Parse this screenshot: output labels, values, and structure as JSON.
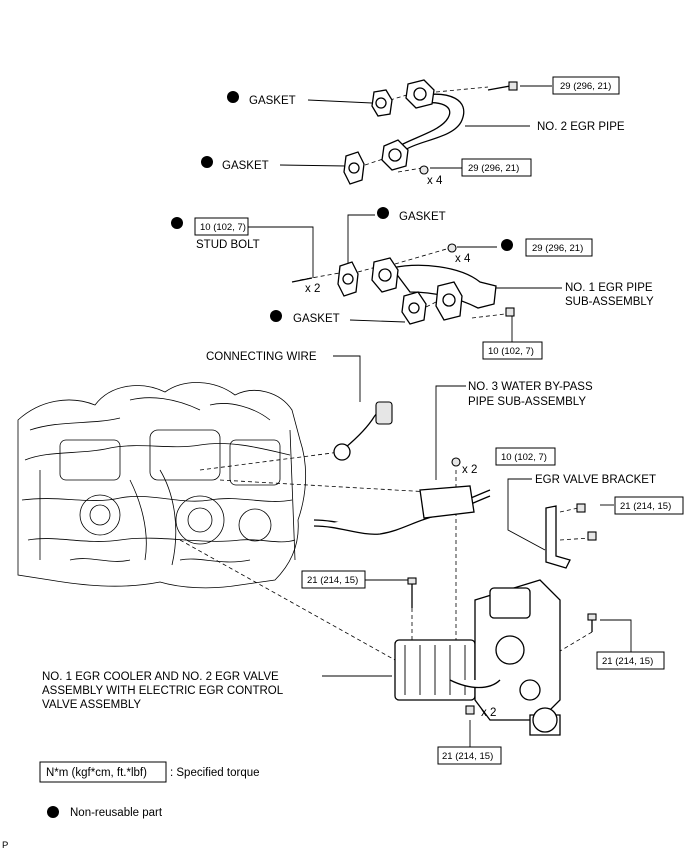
{
  "labels": {
    "gasket_1": "GASKET",
    "gasket_2": "GASKET",
    "gasket_3": "GASKET",
    "gasket_4": "GASKET",
    "no2_egr_pipe": "NO. 2 EGR PIPE",
    "stud_bolt": "STUD BOLT",
    "no1_egr_pipe_l1": "NO. 1 EGR PIPE",
    "no1_egr_pipe_l2": "SUB-ASSEMBLY",
    "connecting_wire": "CONNECTING WIRE",
    "no3_water_l1": "NO. 3 WATER BY-PASS",
    "no3_water_l2": "PIPE SUB-ASSEMBLY",
    "egr_valve_bracket": "EGR VALVE BRACKET",
    "cooler_l1": "NO. 1 EGR COOLER AND NO. 2 EGR VALVE",
    "cooler_l2": "ASSEMBLY WITH ELECTRIC EGR CONTROL",
    "cooler_l3": "VALVE ASSEMBLY"
  },
  "torques": {
    "t1": "29 (296, 21)",
    "t2": "29 (296, 21)",
    "t3": "10 (102, 7)",
    "t4": "29 (296, 21)",
    "t5": "10 (102, 7)",
    "t6": "10 (102, 7)",
    "t7": "21 (214, 15)",
    "t8": "21 (214, 15)",
    "t9": "21 (214, 15)",
    "t10": "21 (214, 15)"
  },
  "quantities": {
    "q1": "x 4",
    "q2": "x 2",
    "q3": "x 4",
    "q4": "x 2",
    "q5": "x 2"
  },
  "legend": {
    "torque_box": "N*m (kgf*cm, ft.*lbf)",
    "torque_desc": ": Specified torque",
    "nonreusable_desc": "Non-reusable part"
  },
  "corner_mark": "P"
}
